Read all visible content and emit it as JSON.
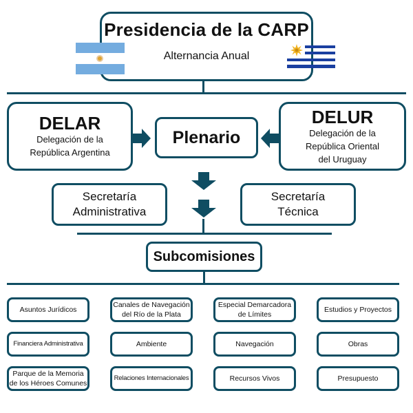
{
  "presidencia": {
    "title": "Presidencia de la CARP",
    "subtitle": "Alternancia Anual",
    "flag_left": "argentina-flag",
    "flag_right": "uruguay-flag"
  },
  "delegations": {
    "delar": {
      "title": "DELAR",
      "line1": "Delegación de la",
      "line2": "República Argentina"
    },
    "delur": {
      "title": "DELUR",
      "line1": "Delegación de la",
      "line2": "República Oriental",
      "line3": "del Uruguay"
    }
  },
  "plenario": {
    "label": "Plenario"
  },
  "secretarias": {
    "admin": {
      "line1": "Secretaría",
      "line2": "Administrativa"
    },
    "tecnica": {
      "line1": "Secretaría",
      "line2": "Técnica"
    }
  },
  "subcomisiones": {
    "title": "Subcomisiones",
    "items": [
      {
        "line1": "Asuntos Jurídicos",
        "line2": ""
      },
      {
        "line1": "Canales de Navegación",
        "line2": "del Río de la Plata"
      },
      {
        "line1": "Especial Demarcadora",
        "line2": "de Límites"
      },
      {
        "line1": "Estudios y Proyectos",
        "line2": ""
      },
      {
        "line1": "Financiera Administrativa",
        "line2": ""
      },
      {
        "line1": "Ambiente",
        "line2": ""
      },
      {
        "line1": "Navegación",
        "line2": ""
      },
      {
        "line1": "Obras",
        "line2": ""
      },
      {
        "line1": "Parque de la Memoria",
        "line2": "de los Héroes Comunes"
      },
      {
        "line1": "Relaciones Internacionales",
        "line2": ""
      },
      {
        "line1": "Recursos Vivos",
        "line2": ""
      },
      {
        "line1": "Presupuesto",
        "line2": ""
      }
    ]
  },
  "colors": {
    "accent": "#0f4d62",
    "argentina_blue": "#74acdf",
    "uruguay_blue": "#1a3fa0",
    "sun": "#f0b322"
  }
}
